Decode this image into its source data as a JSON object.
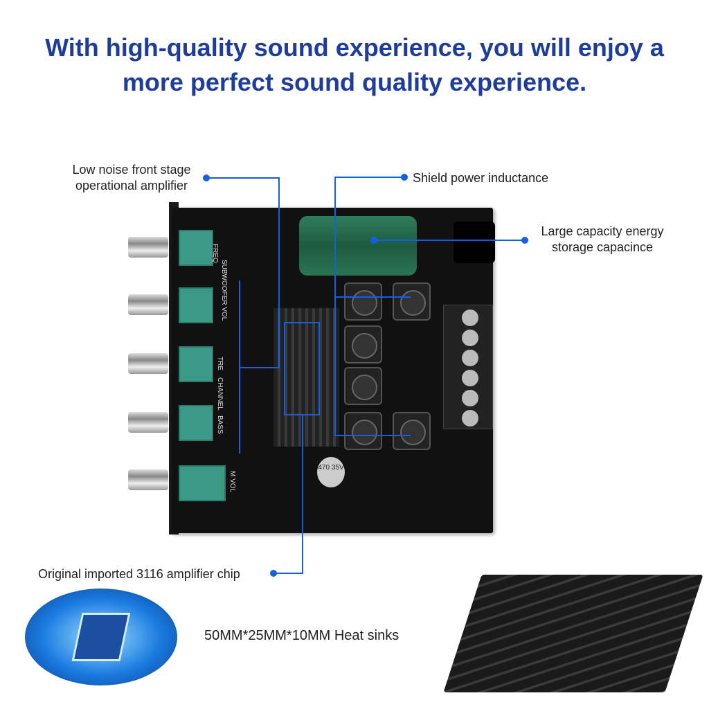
{
  "title": {
    "line1": "With high-quality sound experience, you will enjoy a",
    "line2": "more perfect sound quality experience."
  },
  "callouts": {
    "op_amp": "Low noise front stage operational amplifier",
    "inductance": "Shield power inductance",
    "capacitor": "Large capacity energy storage capacince",
    "chip": "Original imported 3116 amplifier chip",
    "heatsink": "50MM*25MM*10MM Heat sinks"
  },
  "board_labels": [
    "FREQ",
    "SUBWOOFER VOL",
    "TRE",
    "CHANNEL",
    "BASS",
    "M VOL"
  ],
  "capacitor_marking": "470 35V",
  "colors": {
    "title": "#1d3c9c",
    "callout_line": "#1660e0",
    "pot": "#3a9a86"
  }
}
